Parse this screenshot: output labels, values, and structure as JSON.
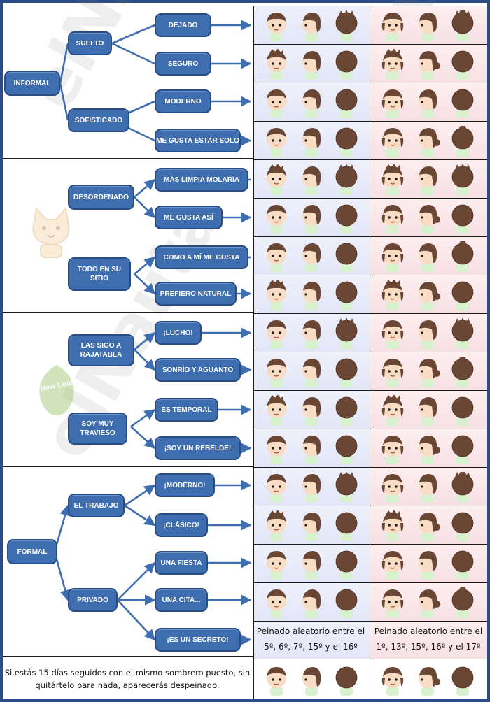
{
  "sections": [
    {
      "root": "INFORMAL",
      "branches": [
        {
          "label": "SUELTO",
          "leaves": [
            "DEJADO",
            "SEGURO"
          ]
        },
        {
          "label": "SOFISTICADO",
          "leaves": [
            "MODERNO",
            "ME GUSTA ESTAR SOLO"
          ]
        }
      ]
    },
    {
      "root": "",
      "branches": [
        {
          "label": "DESORDENADO",
          "leaves": [
            "MÁS LIMPIA MOLARÍA",
            "ME GUSTA ASÍ"
          ]
        },
        {
          "label": "TODO EN SU SITIO",
          "leaves": [
            "COMO A MÍ ME GUSTA",
            "PREFIERO NATURAL"
          ]
        }
      ]
    },
    {
      "root": "",
      "branches": [
        {
          "label": "LAS SIGO A RAJATABLA",
          "leaves": [
            "¡LUCHO!",
            "SONRÍO Y AGUANTO"
          ]
        },
        {
          "label": "SOY MUY TRAVIESO",
          "leaves": [
            "ES TEMPORAL",
            "¡SOY UN REBELDE!"
          ]
        }
      ]
    },
    {
      "root": "FORMAL",
      "branches": [
        {
          "label": "EL TRABAJO",
          "leaves": [
            "¡MODERNO!",
            "¡CLÁSICO!"
          ]
        },
        {
          "label": "PRIVADO",
          "leaves": [
            "UNA FIESTA",
            "UNA CITA...",
            "¡ES UN SECRETO!"
          ]
        }
      ]
    }
  ],
  "random_boy": "Peinado aleatorio entre el 5º, 6º, 7º, 15º y el 16º",
  "random_girl": "Peinado aleatorio entre el 1º, 13º, 15º, 16º y el 17º",
  "footer_note": "Si estás 15 días seguidos con el mismo sombrero puesto, sin quitártelo para nada, aparecerás despeinado.",
  "watermark": "elNauta",
  "badge_text": "New Leaf",
  "colors": {
    "node_fill": "#3e6eb0",
    "node_border": "#274c86",
    "arrow": "#3e6eb0",
    "boy_cell": "#e8eaf8",
    "girl_cell": "#fbe8ec",
    "frame": "#2c4d8a",
    "hair": "#6a4634",
    "skin": "#f8dcc4",
    "shirt": "#d8f2cf"
  }
}
